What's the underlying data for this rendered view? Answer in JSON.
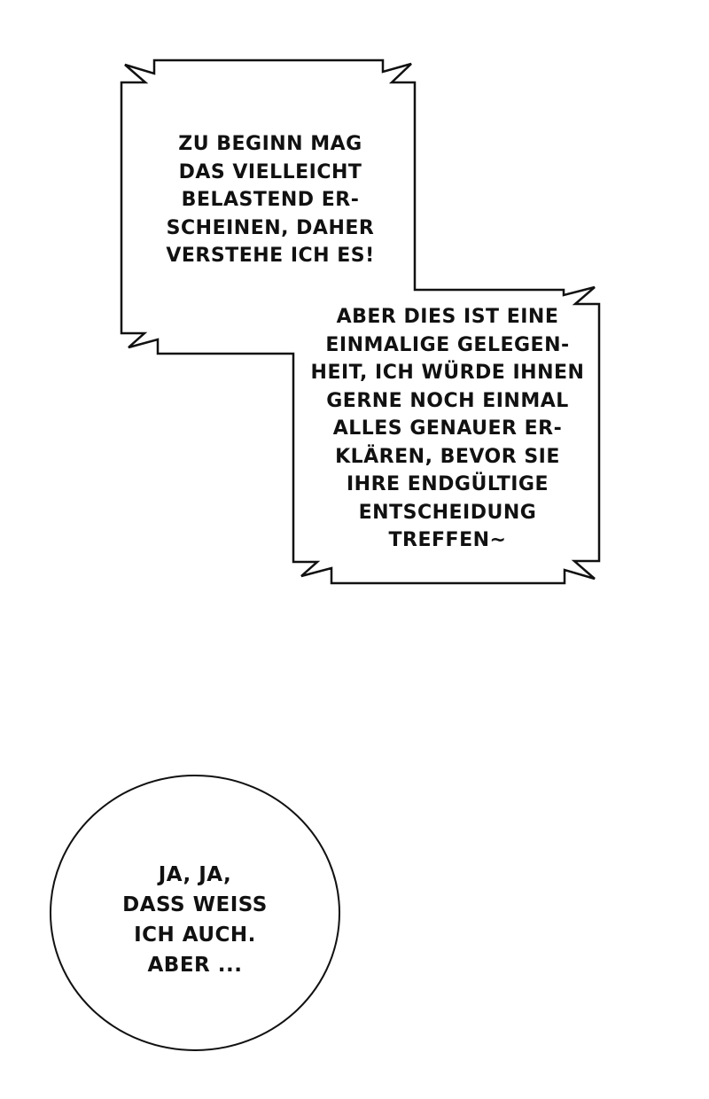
{
  "page": {
    "background": "#ffffff",
    "ink_color": "#111111"
  },
  "bubbles": [
    {
      "id": "narration-box-1",
      "shape": "jagged-rectangle",
      "lines": [
        "ZU BEGINN MAG",
        "DAS VIELLEICHT",
        "BELASTEND ER-",
        "SCHEINEN, DAHER",
        "VERSTEHE ICH ES!"
      ]
    },
    {
      "id": "narration-box-2",
      "shape": "jagged-rectangle",
      "lines": [
        "ABER DIES IST EINE",
        "EINMALIGE GELEGEN-",
        "HEIT, ICH WÜRDE IHNEN",
        "GERNE NOCH EINMAL",
        "ALLES GENAUER ER-",
        "KLÄREN, BEVOR SIE",
        "IHRE ENDGÜLTIGE",
        "ENTSCHEIDUNG",
        "TREFFEN~"
      ]
    },
    {
      "id": "speech-bubble-3",
      "shape": "ellipse",
      "lines": [
        "JA, JA,",
        "DASS WEISS",
        "ICH AUCH.",
        "ABER ..."
      ]
    }
  ]
}
